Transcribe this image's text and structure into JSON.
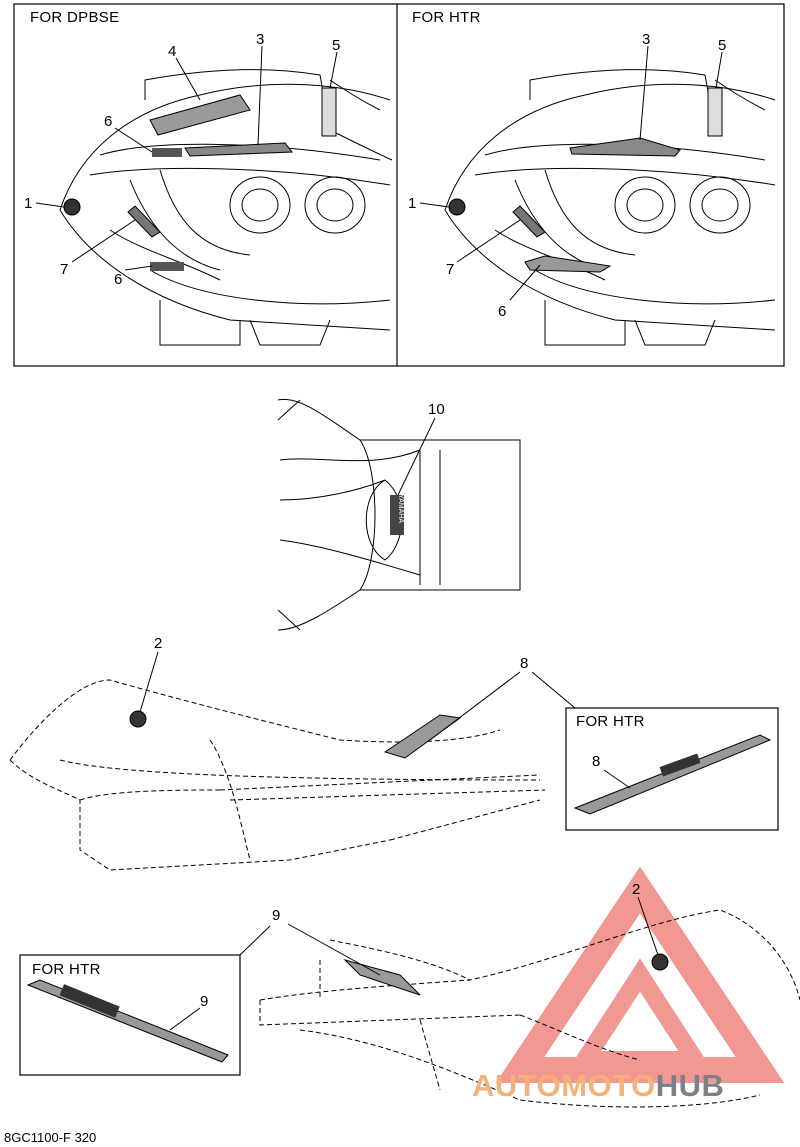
{
  "panels": {
    "top_left_caption": "FOR DPBSE",
    "top_right_caption": "FOR HTR",
    "inset_mid_caption": "FOR HTR",
    "inset_bottom_caption": "FOR HTR"
  },
  "callouts": {
    "tl": [
      "4",
      "3",
      "5",
      "6",
      "1",
      "7",
      "6"
    ],
    "tr": [
      "3",
      "5",
      "1",
      "7",
      "6"
    ],
    "mid_top": [
      "10"
    ],
    "mid_side": [
      "2",
      "8"
    ],
    "mid_inset": [
      "8"
    ],
    "bottom": [
      "9",
      "2"
    ],
    "bottom_inset": [
      "9"
    ]
  },
  "decal_text": {
    "yamaha": "YAMAHA"
  },
  "footer": {
    "part_code": "8GC1100-F 320"
  },
  "watermark": {
    "part1": "AUTOMOTO",
    "part2": "HUB",
    "color_main": "#e8453c",
    "color_auto": "#f2b27a",
    "color_hub": "#7b8187"
  }
}
